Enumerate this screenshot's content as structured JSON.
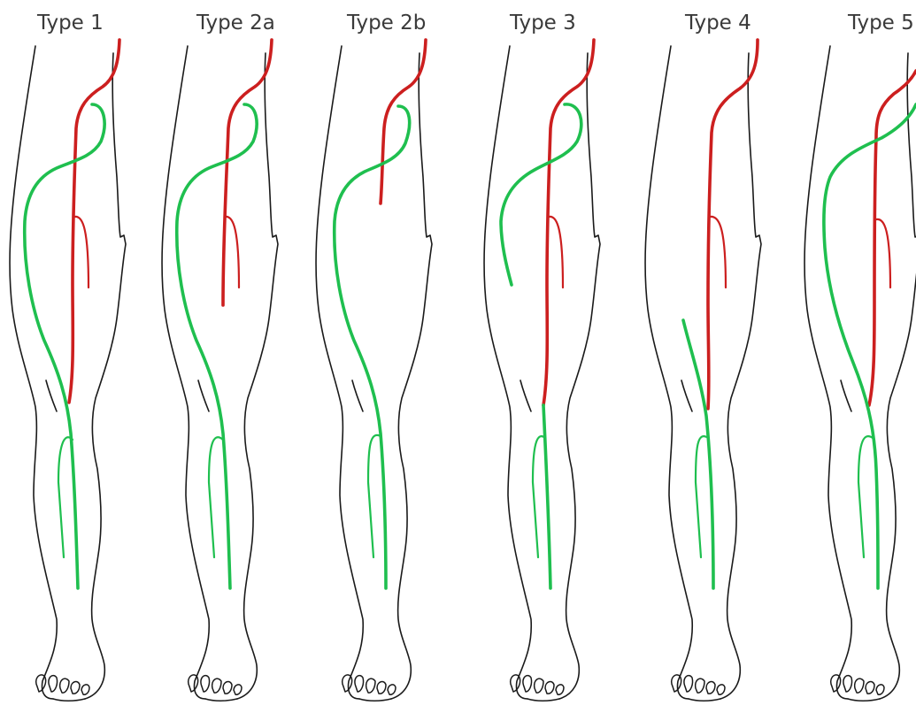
{
  "panels": [
    {
      "label": "Type 1"
    },
    {
      "label": "Type 2a"
    },
    {
      "label": "Type 2b"
    },
    {
      "label": "Type 3"
    },
    {
      "label": "Type 4"
    },
    {
      "label": "Type 5"
    }
  ],
  "colors": {
    "red_vessel": "#cc1f1f",
    "green_vessel": "#1fbf4f",
    "outline": "#1a1a1a",
    "label": "#3a3a3a",
    "background": "#ffffff"
  }
}
